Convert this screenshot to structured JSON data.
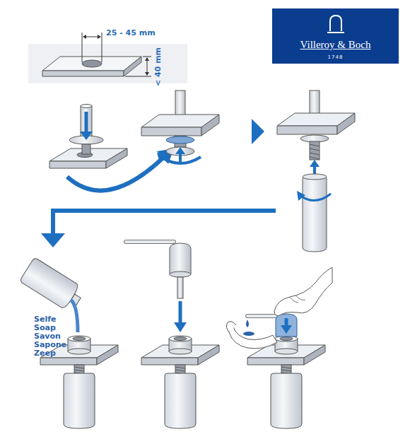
{
  "diagram": {
    "nodes": [
      {
        "text": [
          "Villeroy & Boch",
          "1748"
        ]
      }
    ],
    "labels": [
      "25 - 45 mm",
      "< 40 mm",
      "Selfe",
      "Soap",
      "Savon",
      "Sapone",
      "Zeep"
    ]
  }
}
